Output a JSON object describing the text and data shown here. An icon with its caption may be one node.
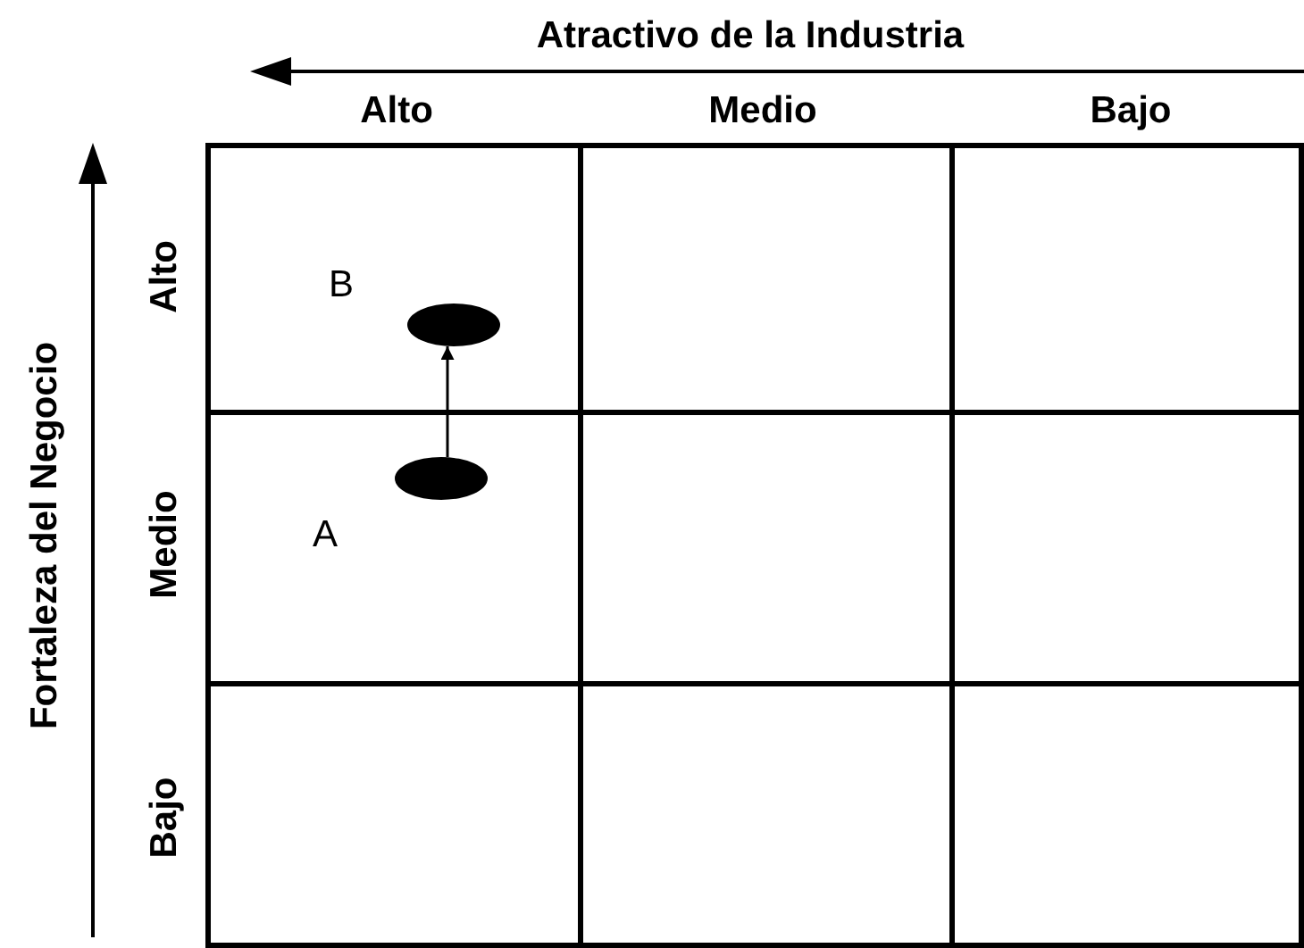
{
  "diagram": {
    "nodes": [
      {
        "text": [],
        "shape": "ellipse",
        "beside": [
          "B"
        ]
      },
      {
        "text": [],
        "shape": "ellipse",
        "beside": [
          "A"
        ]
      }
    ],
    "edges": [
      {
        "from": 1,
        "to": 0,
        "arrow": "to"
      }
    ],
    "labels": [
      "Atractivo de la Industria",
      "Alto",
      "Medio",
      "Bajo",
      "Fortaleza del Negocio",
      "Alto",
      "Medio",
      "Bajo"
    ]
  }
}
